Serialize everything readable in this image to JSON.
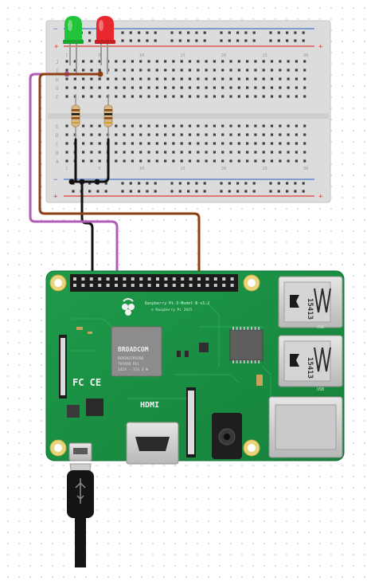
{
  "breadboard": {
    "row_letters_top": [
      "J",
      "I",
      "H",
      "G",
      "F"
    ],
    "row_letters_bottom": [
      "E",
      "D",
      "C",
      "B",
      "A"
    ],
    "column_numbers": [
      "1",
      "5",
      "10",
      "15",
      "20",
      "25",
      "30"
    ],
    "rail_symbols": {
      "plus": "+",
      "minus": "−"
    }
  },
  "leds": [
    {
      "color": "green",
      "hex": "#22c53a"
    },
    {
      "color": "red",
      "hex": "#e8282c"
    }
  ],
  "wires": {
    "black_hex": "#111111",
    "magenta_hex": "#b05cb8",
    "brown_hex": "#8b3f12"
  },
  "pi": {
    "board_text": "Raspberry Pi 3 Model B v1.2",
    "board_text_2": "© Raspberry Pi 2015",
    "soc_brand": "BROADCOM",
    "soc_lines": [
      "BCM2837RIFBG",
      "TH7650 PLL",
      "1424 - 374 3 W"
    ],
    "usb_label": "USB",
    "usb_code": "15413",
    "hdmi_label": "HDMI",
    "fcc_label": "FC CE"
  }
}
